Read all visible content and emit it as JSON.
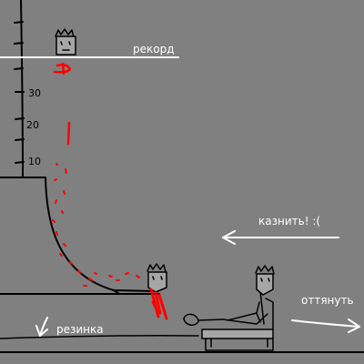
{
  "labels": {
    "record": "рекорд",
    "execute": "казнить! :(",
    "pull": "оттянуть",
    "band": "резинка"
  },
  "scale": {
    "ticks": [
      "10",
      "20",
      "30"
    ]
  },
  "icons": {
    "head": "crowned-head-icon",
    "cart": "launch-cart-icon",
    "arrow_left": "arrow-left-icon",
    "arrow_right": "arrow-right-icon",
    "arrow_down": "arrow-down-left-icon"
  },
  "colors": {
    "background": "#808080",
    "ink": "#000000",
    "chalk": "#ffffff",
    "blood": "#ff0000",
    "face": "#a6a6a6"
  }
}
